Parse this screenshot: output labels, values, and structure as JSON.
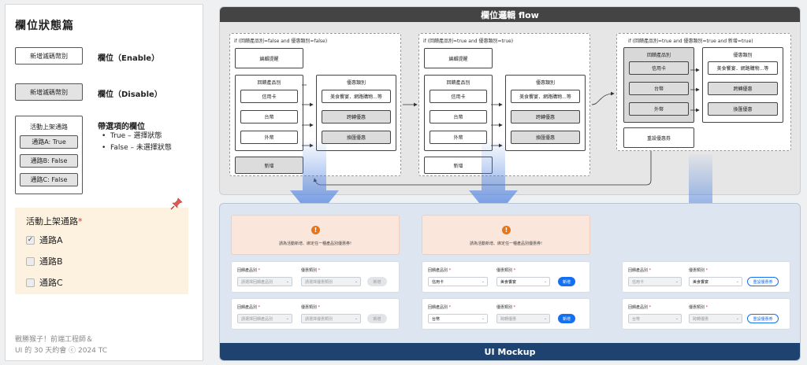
{
  "left": {
    "title": "欄位狀態篇",
    "enable_button": "新增滅碼幣別",
    "enable_label": "欄位（Enable）",
    "disable_button": "新增滅碼幣別",
    "disable_label": "欄位（Disable）",
    "option_group_title": "活動上架通路",
    "options": [
      "通路A: True",
      "通路B: False",
      "通路C: False"
    ],
    "option_label": "帶選項的欄位",
    "bullets": [
      "True – 選擇狀態",
      "False – 未選擇狀態"
    ],
    "sticky": {
      "title": "活動上架通路",
      "required_mark": "*",
      "items": [
        {
          "label": "通路A",
          "checked": true
        },
        {
          "label": "通路B",
          "checked": false
        },
        {
          "label": "通路C",
          "checked": false
        }
      ]
    },
    "footer_line1": "戰勝猴子！前端工程師＆",
    "footer_line2": "UI 的 30 天約會 ⓒ 2024 TC"
  },
  "flow": {
    "title": "欄位邏輯 flow",
    "scenarios": [
      {
        "condition": "if (回饋產品別=false and 優惠類別=false)",
        "edit": "編輯提醒",
        "product_title": "回饋產品別",
        "products": [
          "信用卡",
          "台幣",
          "外幣"
        ],
        "discount_title": "優惠類別",
        "discounts": [
          "美食饗宴．網路購物...等",
          "跨轉優惠",
          "換匯優惠"
        ],
        "add": "新增"
      },
      {
        "condition": "if (回饋產品別=true and 優惠類別=true)",
        "edit": "編輯提醒",
        "product_title": "回饋產品別",
        "products": [
          "信用卡",
          "台幣",
          "外幣"
        ],
        "discount_title": "優惠類別",
        "discounts": [
          "美食饗宴．網路購物...等",
          "跨轉優惠",
          "換匯優惠"
        ],
        "add": "新增"
      },
      {
        "condition": "if (回饋產品別=true and 優惠類別=true and 新增=true)",
        "product_title": "回饋產品別",
        "products": [
          "信用卡",
          "台幣",
          "外幣"
        ],
        "discount_title": "優惠類別",
        "discounts": [
          "美食饗宴．網路購物...等",
          "跨轉優惠",
          "換匯優惠"
        ],
        "reset": "重設優惠券"
      }
    ]
  },
  "mockup": {
    "title": "UI Mockup",
    "alert_text": "請為活動新增、綁定任一種產品別優惠券!",
    "product_label": "回饋產品別",
    "discount_label": "優惠類別",
    "required_mark": "*",
    "product_placeholder": "請選擇回饋產品別",
    "discount_placeholder": "請選擇優惠類別",
    "add_button": "新增",
    "reset_button": "重設優惠券",
    "col2_row1_product": "信用卡",
    "col2_row1_discount": "美食饗宴",
    "col2_row2_product": "台幣",
    "col2_row2_discount": "跨轉優惠",
    "col3_row1_product": "信用卡",
    "col3_row1_discount": "美食饗宴",
    "col3_row2_product": "台幣",
    "col3_row2_discount": "跨轉優惠"
  },
  "colors": {
    "primary": "#1570ef",
    "alert_bg": "#fbe6db",
    "alert_icon": "#e8751a",
    "mockup_footer": "#1f4371",
    "flow_header": "#444444",
    "arrow": "#4a7fe0",
    "pin": "#e05a4f"
  }
}
